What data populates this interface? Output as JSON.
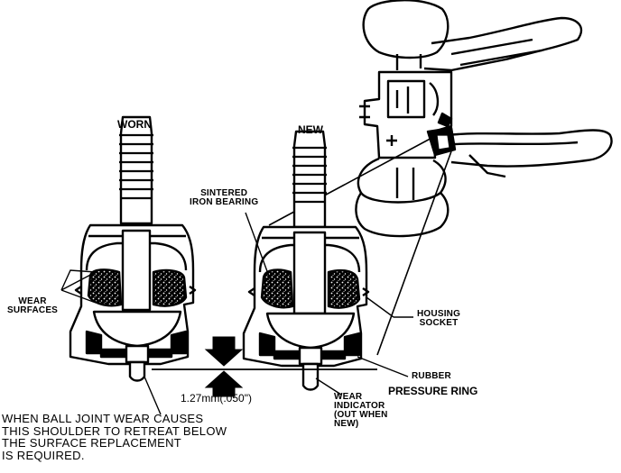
{
  "labels": {
    "worn": "WORN",
    "new": "NEW",
    "sintered": "SINTERED\nIRON BEARING",
    "wear_surfaces": "WEAR\nSURFACES",
    "housing_socket": "HOUSING\nSOCKET",
    "rubber_pressure_ring_1": "RUBBER",
    "rubber_pressure_ring_2": "PRESSURE RING",
    "wear_indicator": "WEAR\nINDICATOR\n(OUT WHEN\nNEW)",
    "measurement": "1.27mm(.050\")",
    "caption": "WHEN BALL JOINT WEAR CAUSES\nTHIS SHOULDER TO RETREAT BELOW\nTHE SURFACE REPLACEMENT\nIS REQUIRED."
  },
  "colors": {
    "ink": "#000000",
    "paper": "#ffffff"
  }
}
